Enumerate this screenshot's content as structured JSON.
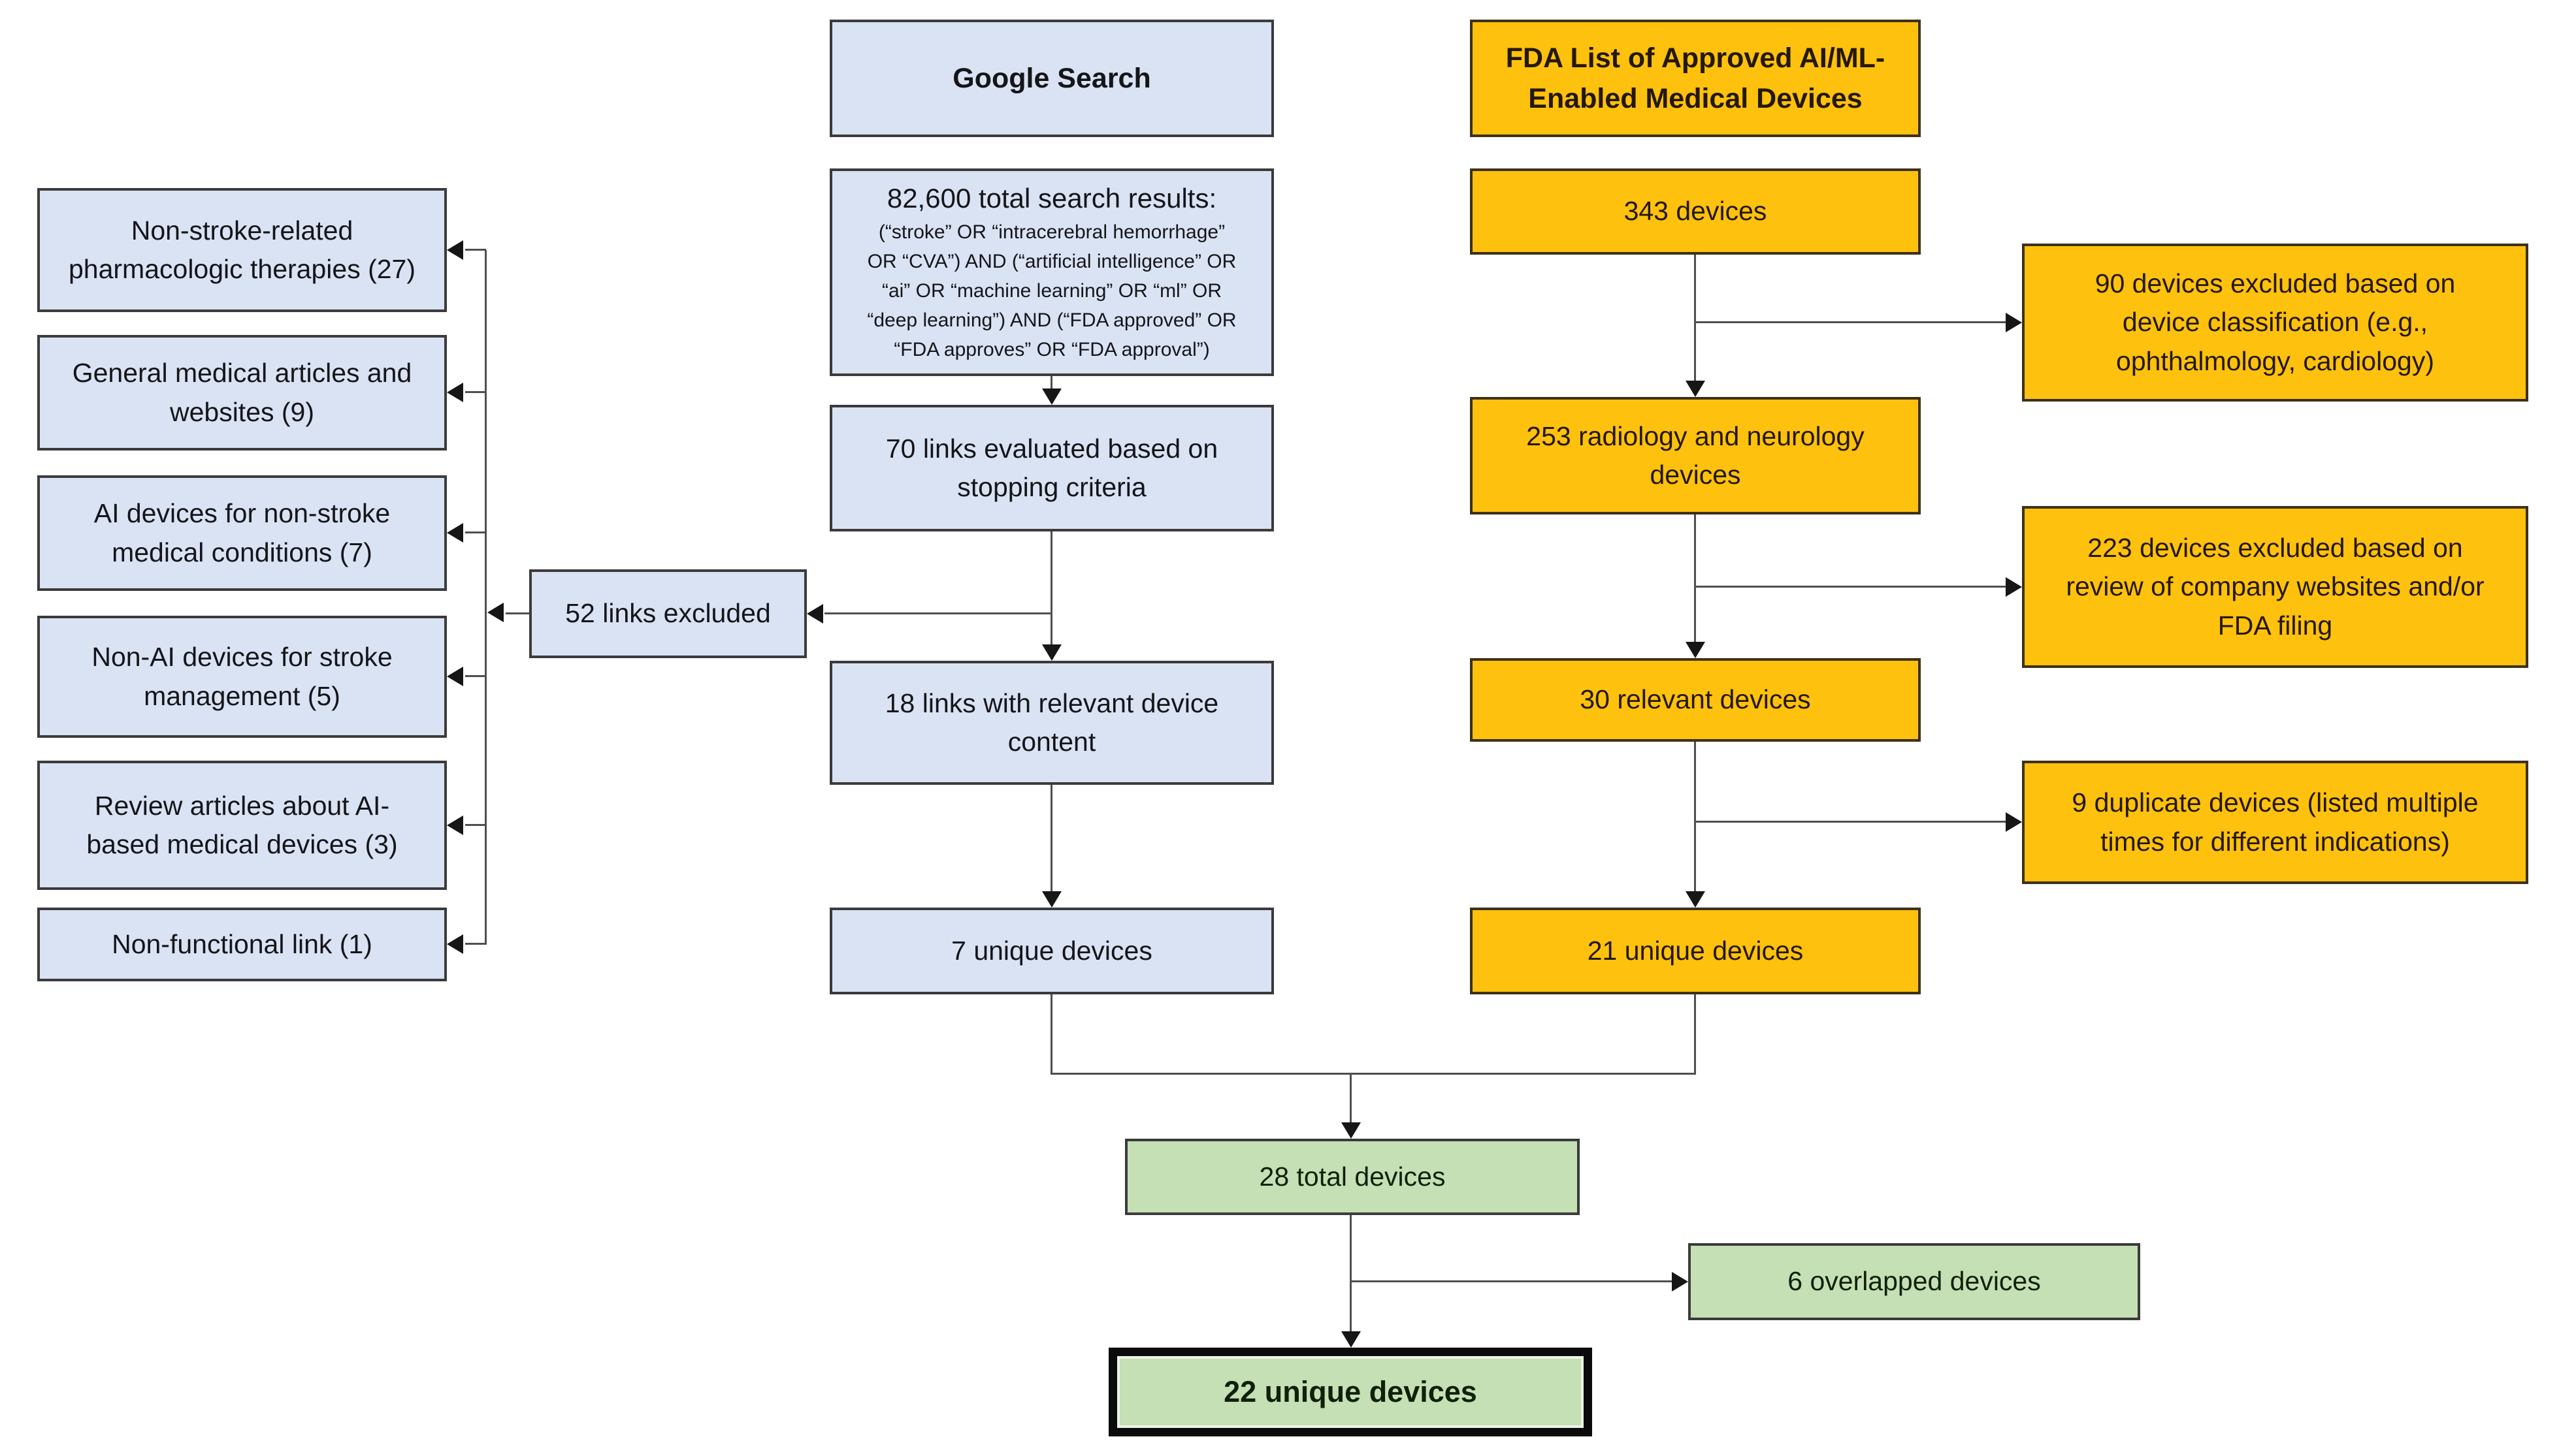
{
  "google": {
    "header": "Google Search",
    "results": {
      "title": "82,600 total search results:",
      "query_lines": [
        "(“stroke” OR “intracerebral hemorrhage”",
        "OR “CVA”) AND (“artificial intelligence” OR",
        "“ai” OR “machine learning” OR “ml” OR",
        "“deep learning”) AND (“FDA approved” OR",
        "“FDA approves” OR “FDA approval”)"
      ]
    },
    "evaluated": "70 links evaluated based on\nstopping criteria",
    "relevant": "18 links with relevant device\ncontent",
    "unique": "7 unique devices"
  },
  "fda": {
    "header": "FDA List of Approved AI/ML-\nEnabled Medical Devices",
    "total": "343 devices",
    "radiology": "253 radiology and neurology\ndevices",
    "relevant": "30 relevant devices",
    "unique": "21 unique devices"
  },
  "google_exclusions": {
    "summary": "52 links excluded",
    "items": [
      "Non-stroke-related\npharmacologic therapies (27)",
      "General medical articles and\nwebsites (9)",
      "AI devices for non-stroke\nmedical conditions (7)",
      "Non-AI devices for stroke\nmanagement (5)",
      "Review articles about AI-\nbased medical devices (3)",
      "Non-functional link (1)"
    ]
  },
  "fda_exclusions": {
    "items": [
      "90 devices excluded based on\ndevice classification (e.g.,\nophthalmology, cardiology)",
      "223 devices excluded based on\nreview of company websites and/or\nFDA filing",
      "9 duplicate devices (listed multiple\ntimes for different indications)"
    ]
  },
  "merge": {
    "total": "28 total devices",
    "overlapped": "6 overlapped devices",
    "final": "22 unique devices"
  },
  "colors": {
    "google_box": "#dae3f3",
    "fda_box": "#fec10e",
    "result_box": "#c5e0b4",
    "box_border": "#3b3b3b",
    "connector_line": "#4f4f4f",
    "arrowhead": "#161616"
  }
}
